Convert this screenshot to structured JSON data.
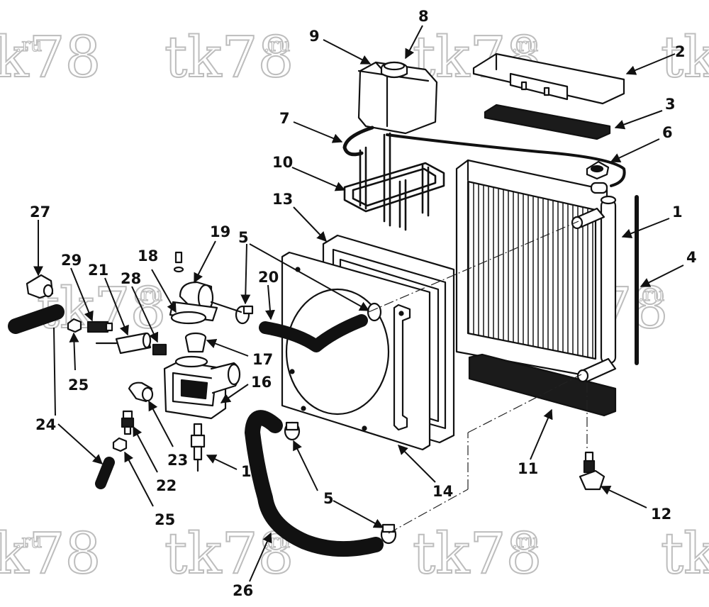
{
  "watermark": {
    "main": "tk78",
    "suffix": ".ru"
  },
  "callouts": [
    {
      "id": "c1",
      "label": "1"
    },
    {
      "id": "c2",
      "label": "2"
    },
    {
      "id": "c3",
      "label": "3"
    },
    {
      "id": "c4",
      "label": "4"
    },
    {
      "id": "c5a",
      "label": "5"
    },
    {
      "id": "c5b",
      "label": "5"
    },
    {
      "id": "c6",
      "label": "6"
    },
    {
      "id": "c7",
      "label": "7"
    },
    {
      "id": "c8",
      "label": "8"
    },
    {
      "id": "c9",
      "label": "9"
    },
    {
      "id": "c10",
      "label": "10"
    },
    {
      "id": "c11",
      "label": "11"
    },
    {
      "id": "c12",
      "label": "12"
    },
    {
      "id": "c13",
      "label": "13"
    },
    {
      "id": "c14",
      "label": "14"
    },
    {
      "id": "c15",
      "label": "15"
    },
    {
      "id": "c16",
      "label": "16"
    },
    {
      "id": "c17",
      "label": "17"
    },
    {
      "id": "c18",
      "label": "18"
    },
    {
      "id": "c19",
      "label": "19"
    },
    {
      "id": "c20",
      "label": "20"
    },
    {
      "id": "c21",
      "label": "21"
    },
    {
      "id": "c22",
      "label": "22"
    },
    {
      "id": "c23",
      "label": "23"
    },
    {
      "id": "c24",
      "label": "24"
    },
    {
      "id": "c25a",
      "label": "25"
    },
    {
      "id": "c25b",
      "label": "25"
    },
    {
      "id": "c26",
      "label": "26"
    },
    {
      "id": "c27",
      "label": "27"
    },
    {
      "id": "c28",
      "label": "28"
    },
    {
      "id": "c29",
      "label": "29"
    }
  ]
}
